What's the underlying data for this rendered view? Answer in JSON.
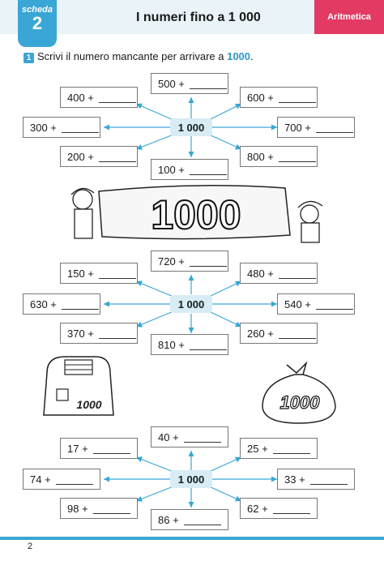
{
  "header": {
    "badge_label": "scheda",
    "badge_number": "2",
    "title": "I numeri fino a 1 000",
    "subject": "Aritmetica"
  },
  "exercise": {
    "number": "1",
    "text": "Scrivi il numero mancante per arrivare a ",
    "highlight": "1000",
    "text_end": "."
  },
  "groups": [
    {
      "center": "1 000",
      "items": [
        "500 +",
        "600 +",
        "700 +",
        "800 +",
        "100 +",
        "200 +",
        "300 +",
        "400 +"
      ]
    },
    {
      "center": "1 000",
      "items": [
        "720 +",
        "480 +",
        "540 +",
        "260 +",
        "810 +",
        "370 +",
        "630 +",
        "150 +"
      ]
    },
    {
      "center": "1 000",
      "items": [
        "40 +",
        "25 +",
        "33 +",
        "62 +",
        "86 +",
        "98 +",
        "74 +",
        "17 +"
      ]
    }
  ],
  "images": {
    "banner_text": "1000",
    "bag_text": "1000",
    "sack_text": "1000"
  },
  "footer": {
    "page_number": "2"
  },
  "colors": {
    "accent": "#3aa6d5",
    "subject": "#e23a63",
    "center_fill": "#d8ecf5"
  }
}
